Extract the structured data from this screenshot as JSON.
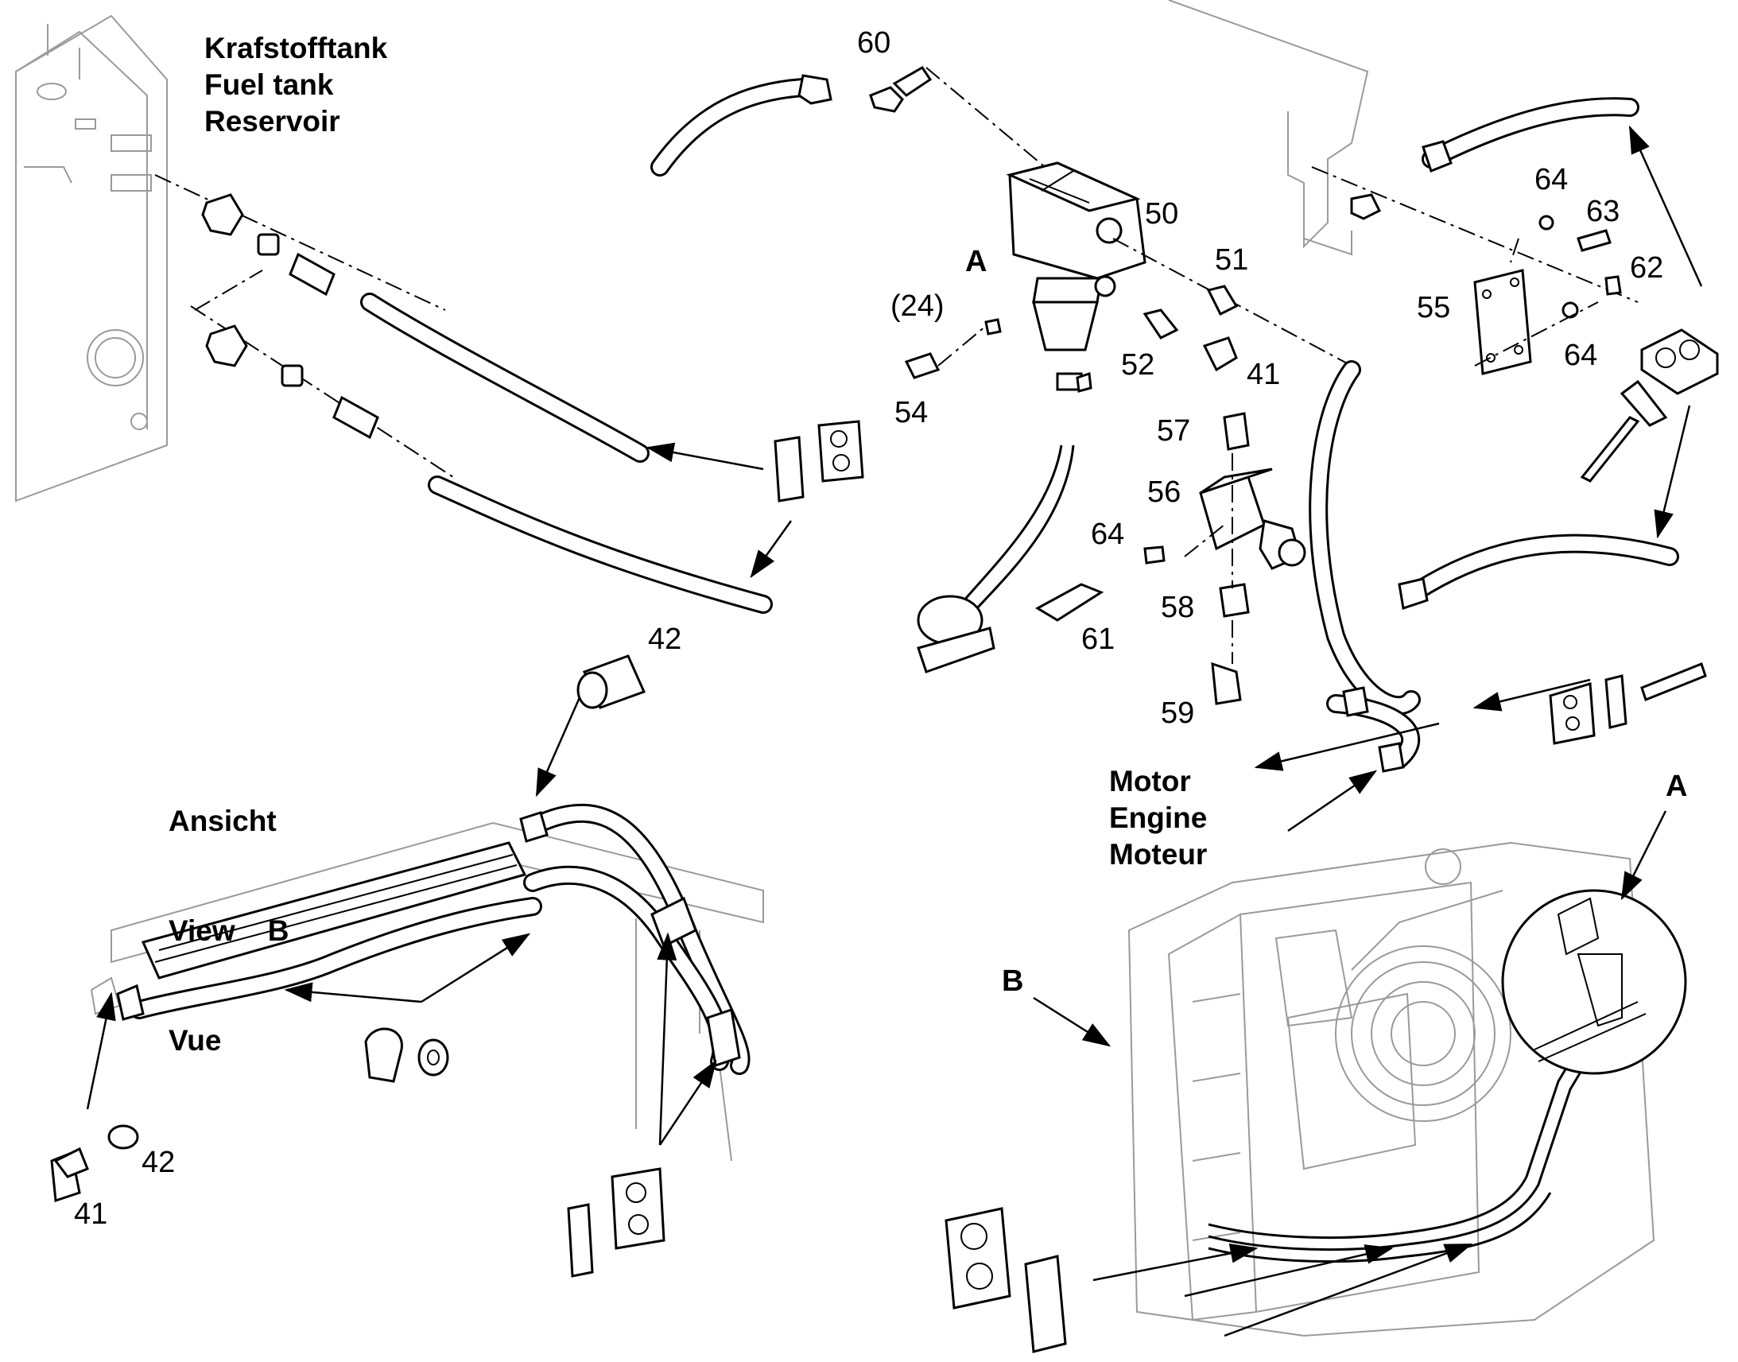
{
  "titles": {
    "fuel_tank": [
      "Krafstofftank",
      "Fuel tank",
      "Reservoir"
    ],
    "view_b": [
      "Ansicht",
      "View    B",
      "Vue"
    ],
    "engine": [
      "Motor",
      "Engine",
      "Moteur"
    ]
  },
  "callouts": {
    "p60": "60",
    "p50": "50",
    "p51": "51",
    "a_top": "A",
    "p24": "(24)",
    "p52": "52",
    "p41_top": "41",
    "p54": "54",
    "p57": "57",
    "p56": "56",
    "p64_a": "64",
    "p64_b": "64",
    "p64_c": "64",
    "p63": "63",
    "p62": "62",
    "p55": "55",
    "p58": "58",
    "p61": "61",
    "p59": "59",
    "p42_top": "42",
    "p42_bot": "42",
    "p41_bot": "41",
    "b_view": "B",
    "a_view": "A"
  }
}
